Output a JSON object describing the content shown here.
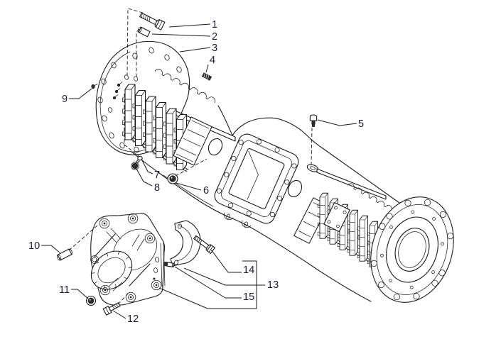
{
  "figure": {
    "kind": "exploded-parts-diagram",
    "subject": "rear-axle-housing-assembly",
    "background_color": "#ffffff",
    "line_color": "#1a1a1a",
    "label_color": "#1c1c30"
  },
  "callouts": [
    {
      "label": "1"
    },
    {
      "label": "2"
    },
    {
      "label": "3"
    },
    {
      "label": "4"
    },
    {
      "label": "5"
    },
    {
      "label": "6"
    },
    {
      "label": "7"
    },
    {
      "label": "8"
    },
    {
      "label": "9"
    },
    {
      "label": "10"
    },
    {
      "label": "11"
    },
    {
      "label": "12"
    },
    {
      "label": "13"
    },
    {
      "label": "14"
    },
    {
      "label": "15"
    }
  ]
}
